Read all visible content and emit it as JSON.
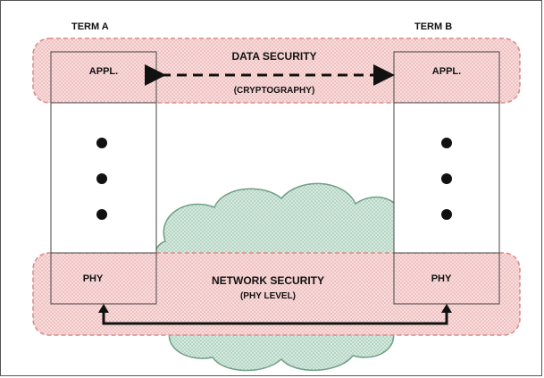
{
  "terminals": {
    "a": {
      "title": "TERM A",
      "top_layer": "APPL.",
      "bottom_layer": "PHY"
    },
    "b": {
      "title": "TERM B",
      "top_layer": "APPL.",
      "bottom_layer": "PHY"
    }
  },
  "data_security": {
    "title": "DATA SECURITY",
    "subtitle": "(CRYPTOGRAPHY)"
  },
  "network_security": {
    "title": "NETWORK SECURITY",
    "subtitle": "(PHY LEVEL)"
  },
  "colors": {
    "band_fill": "#f6d4d4",
    "band_border": "#d98888",
    "cloud_fill": "#cfe5da",
    "cloud_border": "#6f9f87",
    "box_border": "#444444",
    "ink": "#111111"
  }
}
